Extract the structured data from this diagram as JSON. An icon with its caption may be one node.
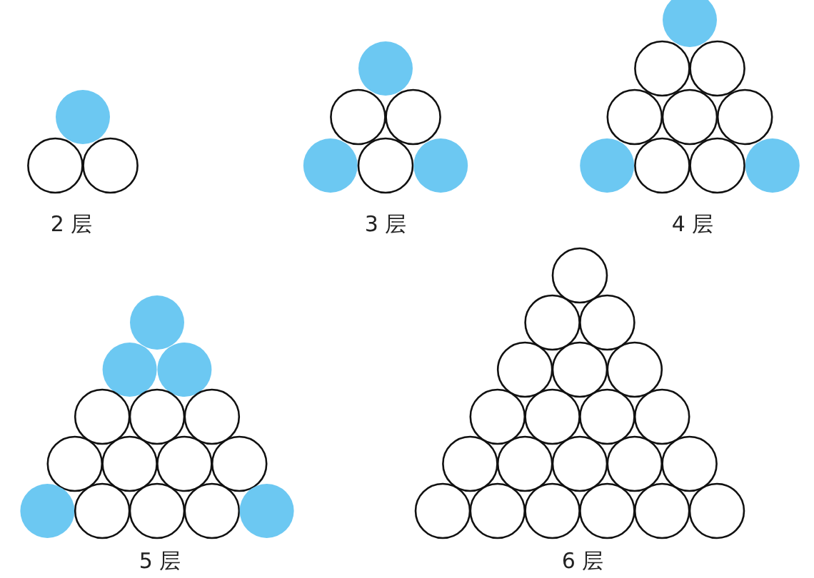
{
  "diagram": {
    "labels": [
      "2 层",
      "3 层",
      "4 层",
      "5 层",
      "6 层"
    ]
  }
}
